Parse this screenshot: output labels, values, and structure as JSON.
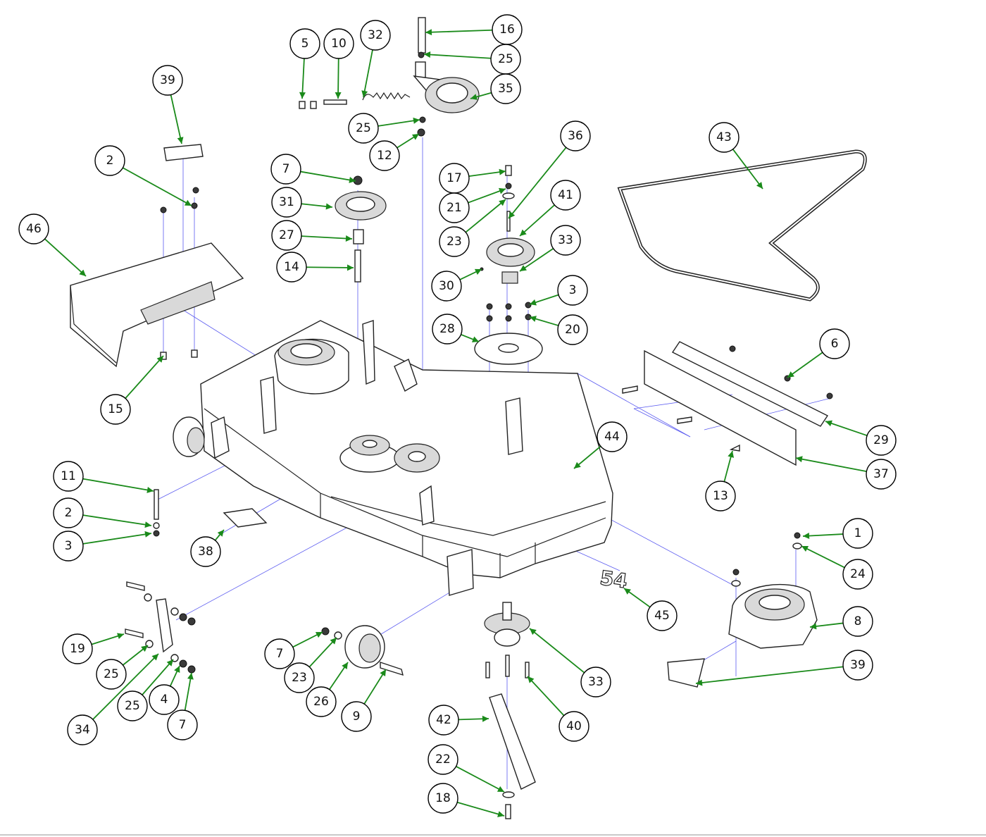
{
  "diagram": {
    "deck_decal_text": "54",
    "accent_colors": {
      "leader": "#1a8a1a",
      "extension_line": "#5b5bf0",
      "outline": "#222222"
    },
    "callouts": [
      {
        "label": "1"
      },
      {
        "label": "2"
      },
      {
        "label": "2"
      },
      {
        "label": "3"
      },
      {
        "label": "3"
      },
      {
        "label": "4"
      },
      {
        "label": "5"
      },
      {
        "label": "6"
      },
      {
        "label": "7"
      },
      {
        "label": "7"
      },
      {
        "label": "7"
      },
      {
        "label": "8"
      },
      {
        "label": "9"
      },
      {
        "label": "10"
      },
      {
        "label": "11"
      },
      {
        "label": "12"
      },
      {
        "label": "13"
      },
      {
        "label": "14"
      },
      {
        "label": "15"
      },
      {
        "label": "16"
      },
      {
        "label": "17"
      },
      {
        "label": "18"
      },
      {
        "label": "19"
      },
      {
        "label": "20"
      },
      {
        "label": "21"
      },
      {
        "label": "22"
      },
      {
        "label": "23"
      },
      {
        "label": "23"
      },
      {
        "label": "24"
      },
      {
        "label": "25"
      },
      {
        "label": "25"
      },
      {
        "label": "25"
      },
      {
        "label": "25"
      },
      {
        "label": "26"
      },
      {
        "label": "27"
      },
      {
        "label": "28"
      },
      {
        "label": "29"
      },
      {
        "label": "30"
      },
      {
        "label": "31"
      },
      {
        "label": "32"
      },
      {
        "label": "33"
      },
      {
        "label": "33"
      },
      {
        "label": "34"
      },
      {
        "label": "35"
      },
      {
        "label": "36"
      },
      {
        "label": "37"
      },
      {
        "label": "38"
      },
      {
        "label": "39"
      },
      {
        "label": "39"
      },
      {
        "label": "40"
      },
      {
        "label": "41"
      },
      {
        "label": "42"
      },
      {
        "label": "43"
      },
      {
        "label": "44"
      },
      {
        "label": "45"
      },
      {
        "label": "46"
      }
    ]
  }
}
